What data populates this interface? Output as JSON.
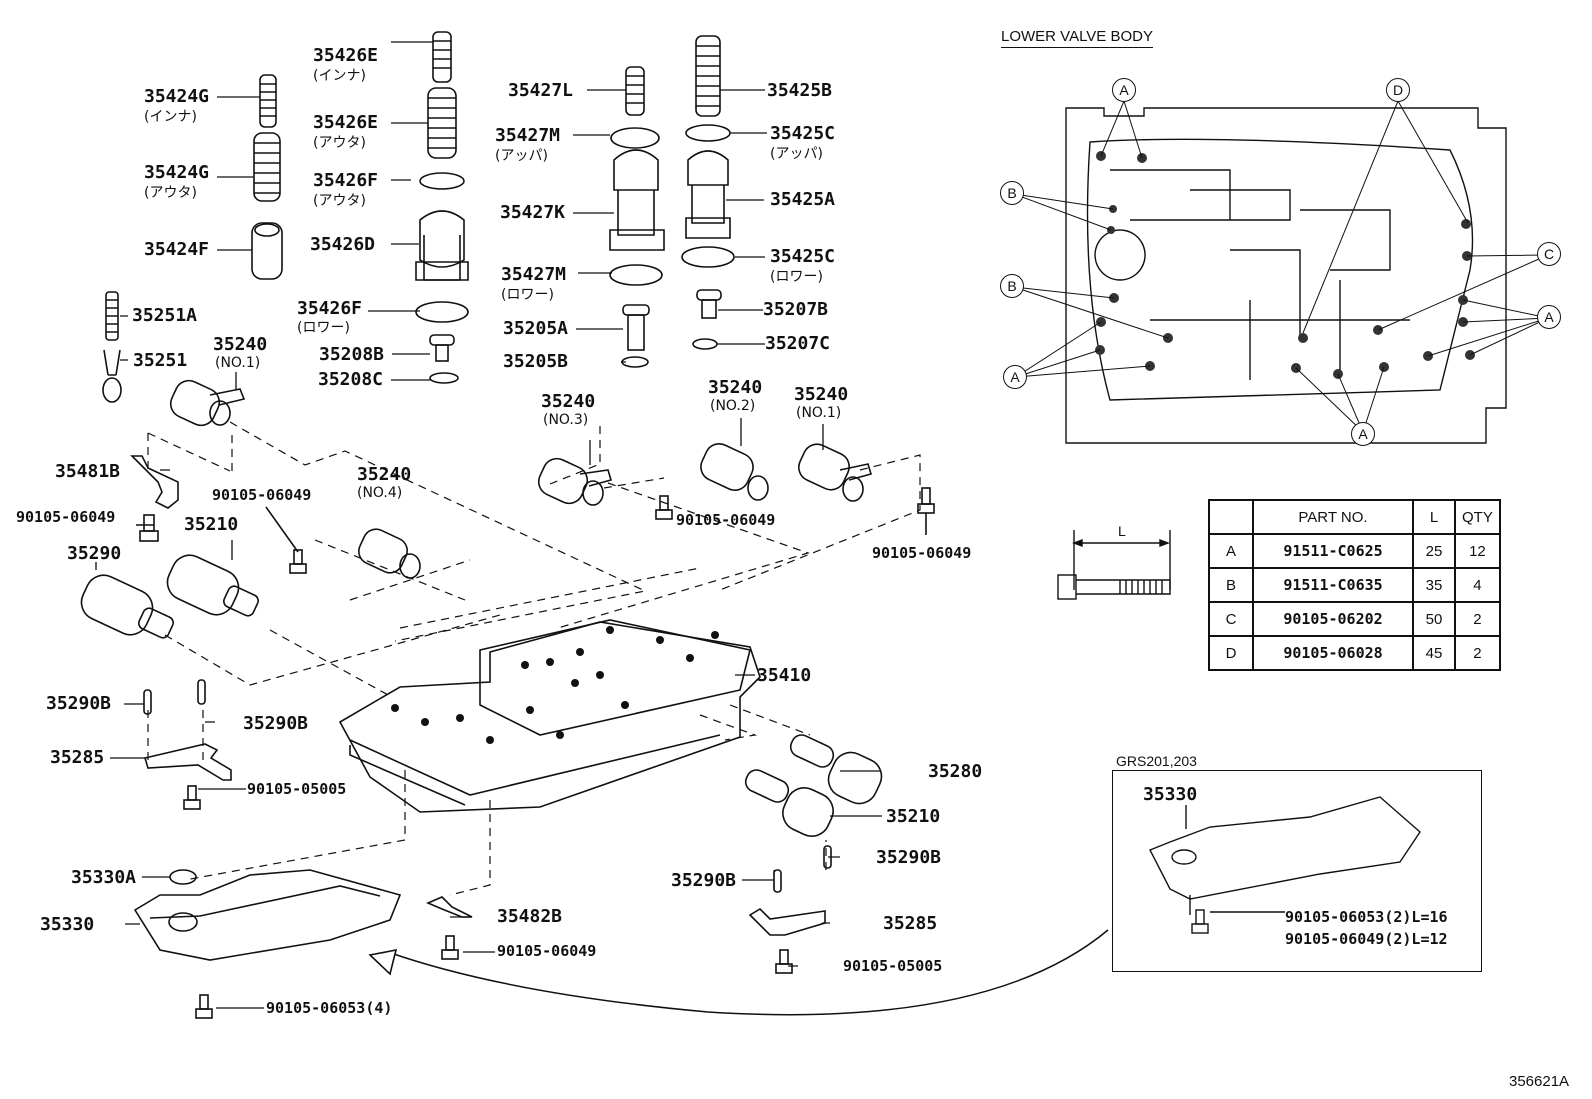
{
  "diagram": {
    "ref_code": "356621A",
    "parts_upper": [
      {
        "id": "35426E",
        "note": "(インナ)"
      },
      {
        "id": "35424G",
        "note": "(インナ)"
      },
      {
        "id": "35426E",
        "note": "(アウタ)"
      },
      {
        "id": "35424G",
        "note": "(アウタ)"
      },
      {
        "id": "35426F",
        "note": "(アウタ)"
      },
      {
        "id": "35424F",
        "note": ""
      },
      {
        "id": "35426D",
        "note": ""
      },
      {
        "id": "35426F",
        "note": "(ロワー)"
      },
      {
        "id": "35208B",
        "note": ""
      },
      {
        "id": "35208C",
        "note": ""
      },
      {
        "id": "35427L",
        "note": ""
      },
      {
        "id": "35427M",
        "note": "(アッパ)"
      },
      {
        "id": "35427K",
        "note": ""
      },
      {
        "id": "35427M",
        "note": "(ロワー)"
      },
      {
        "id": "35205A",
        "note": ""
      },
      {
        "id": "35205B",
        "note": ""
      },
      {
        "id": "35425B",
        "note": ""
      },
      {
        "id": "35425C",
        "note": "(アッパ)"
      },
      {
        "id": "35425A",
        "note": ""
      },
      {
        "id": "35425C",
        "note": "(ロワー)"
      },
      {
        "id": "35207B",
        "note": ""
      },
      {
        "id": "35207C",
        "note": ""
      }
    ],
    "parts_solenoids": [
      {
        "id": "35251A"
      },
      {
        "id": "35251"
      },
      {
        "id": "35240",
        "note": "(NO.1)"
      },
      {
        "id": "35481B"
      },
      {
        "id": "90105-06049"
      },
      {
        "id": "90105-06049"
      },
      {
        "id": "35240",
        "note": "(NO.4)"
      },
      {
        "id": "35210"
      },
      {
        "id": "35290"
      },
      {
        "id": "35240",
        "note": "(NO.3)"
      },
      {
        "id": "35240",
        "note": "(NO.2)"
      },
      {
        "id": "35240",
        "note": "(NO.1)"
      },
      {
        "id": "90105-06049"
      },
      {
        "id": "90105-06049"
      }
    ],
    "parts_lower": [
      {
        "id": "35410"
      },
      {
        "id": "35290B"
      },
      {
        "id": "35290B"
      },
      {
        "id": "35285"
      },
      {
        "id": "90105-05005"
      },
      {
        "id": "35280"
      },
      {
        "id": "35210"
      },
      {
        "id": "35290B"
      },
      {
        "id": "35290B"
      },
      {
        "id": "35285"
      },
      {
        "id": "90105-05005"
      },
      {
        "id": "35330A"
      },
      {
        "id": "35330"
      },
      {
        "id": "35482B"
      },
      {
        "id": "90105-06049"
      },
      {
        "id": "90105-06053(4)"
      }
    ],
    "lower_valve_body": {
      "title": "LOWER VALVE BODY",
      "callouts": [
        "A",
        "D",
        "B",
        "C",
        "B",
        "A",
        "A",
        "A"
      ]
    },
    "bolt_table": {
      "dimension_label": "L",
      "headers": [
        "",
        "PART NO.",
        "L",
        "QTY"
      ],
      "rows": [
        {
          "key": "A",
          "part": "91511-C0625",
          "l": "25",
          "qty": "12"
        },
        {
          "key": "B",
          "part": "91511-C0635",
          "l": "35",
          "qty": "4"
        },
        {
          "key": "C",
          "part": "90105-06202",
          "l": "50",
          "qty": "2"
        },
        {
          "key": "D",
          "part": "90105-06028",
          "l": "45",
          "qty": "2"
        }
      ]
    },
    "inset": {
      "title": "GRS201,203",
      "part": "35330",
      "bolts": [
        "90105-06053(2)L=16",
        "90105-06049(2)L=12"
      ]
    }
  }
}
